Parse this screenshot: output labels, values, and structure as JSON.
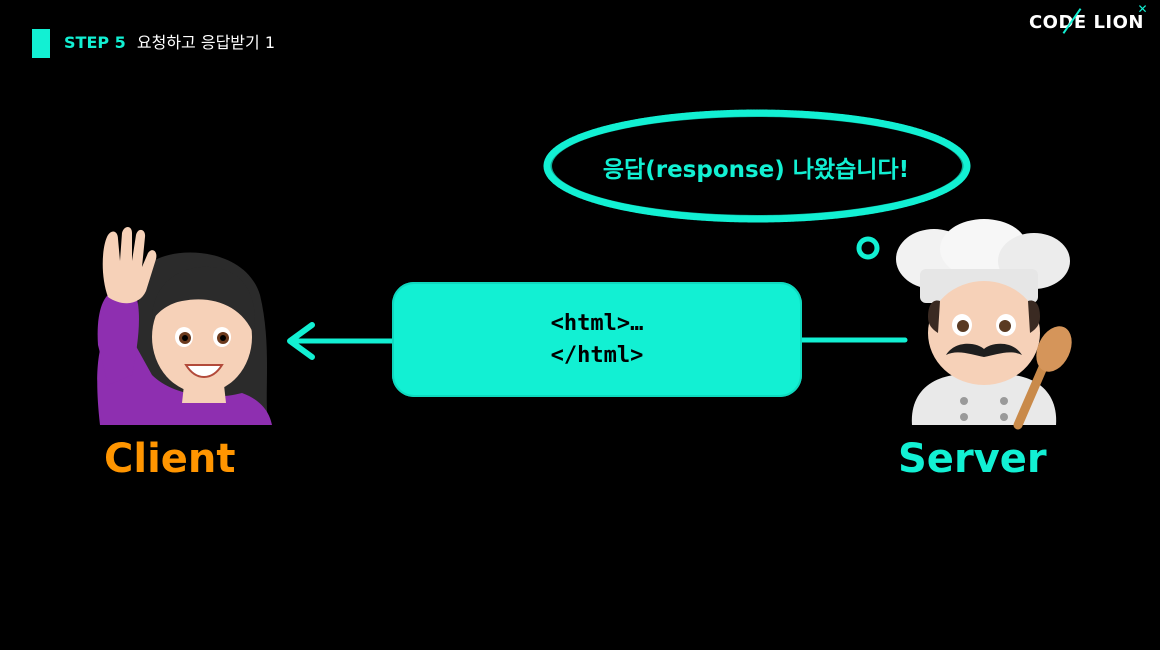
{
  "header": {
    "step_label": "STEP 5",
    "step_text": "요청하고 응답받기 1"
  },
  "logo": {
    "text": "CODE LION"
  },
  "diagram": {
    "bubble_text": "응답(response) 나왔습니다!",
    "code_line_1": "<html>…",
    "code_line_2": "</html>",
    "client_label": "Client",
    "server_label": "Server",
    "client_icon": "person-raising-hand-emoji",
    "server_icon": "chef-emoji"
  },
  "colors": {
    "accent": "#12f0d3",
    "client": "#ff9500",
    "background": "#000000"
  }
}
